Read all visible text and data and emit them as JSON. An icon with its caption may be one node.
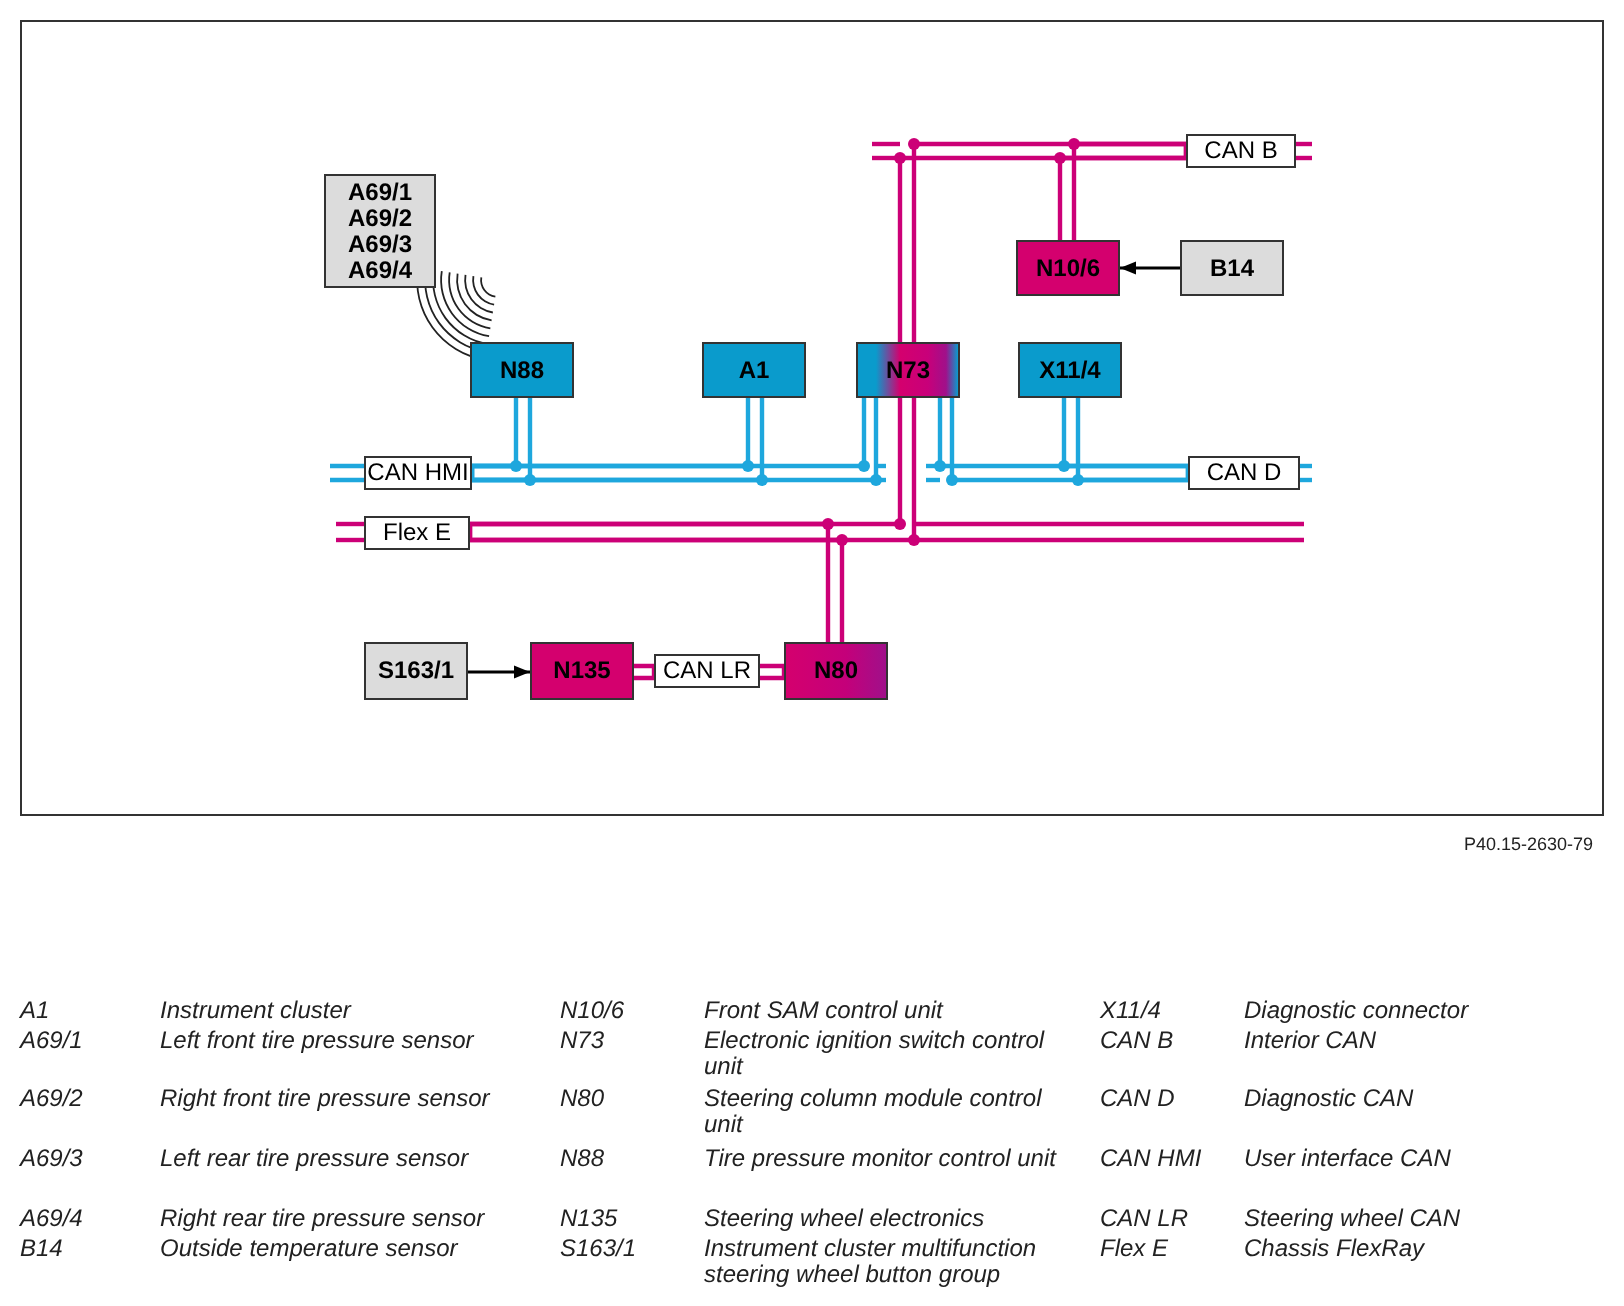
{
  "diagram": {
    "nodes": [
      {
        "text": [
          "A69/1",
          "A69/2",
          "A69/3",
          "A69/4"
        ]
      },
      {
        "text": [
          "CAN B"
        ]
      },
      {
        "text": [
          "N10/6"
        ]
      },
      {
        "text": [
          "B14"
        ]
      },
      {
        "text": [
          "N88"
        ]
      },
      {
        "text": [
          "A1"
        ]
      },
      {
        "text": [
          "N73"
        ]
      },
      {
        "text": [
          "X11/4"
        ]
      },
      {
        "text": [
          "CAN HMI"
        ]
      },
      {
        "text": [
          "CAN D"
        ]
      },
      {
        "text": [
          "Flex E"
        ]
      },
      {
        "text": [
          "S163/1"
        ]
      },
      {
        "text": [
          "N135"
        ]
      },
      {
        "text": [
          "CAN LR"
        ]
      },
      {
        "text": [
          "N80"
        ]
      }
    ],
    "edges": [
      {
        "from": 2,
        "to": 1,
        "arrow": "none"
      },
      {
        "from": 3,
        "to": 2,
        "arrow": "to",
        "color": "#000000"
      },
      {
        "from": 6,
        "to": 1,
        "arrow": "none"
      },
      {
        "from": 4,
        "to": 8,
        "arrow": "none",
        "color": "#1ea7dd"
      },
      {
        "from": 5,
        "to": 8,
        "arrow": "none",
        "color": "#1ea7dd"
      },
      {
        "from": 6,
        "to": 8,
        "arrow": "none",
        "color": "#1ea7dd"
      },
      {
        "from": 6,
        "to": 9,
        "arrow": "none",
        "color": "#1ea7dd"
      },
      {
        "from": 7,
        "to": 9,
        "arrow": "none",
        "color": "#1ea7dd"
      },
      {
        "from": 6,
        "to": 10,
        "arrow": "none"
      },
      {
        "from": 14,
        "to": 10,
        "arrow": "none"
      },
      {
        "from": 11,
        "to": 12,
        "arrow": "to",
        "color": "#000000"
      },
      {
        "from": 12,
        "to": 13,
        "arrow": "none"
      },
      {
        "from": 13,
        "to": 14,
        "arrow": "none"
      }
    ],
    "labels": [
      "P40.15-2630-79",
      "A1",
      "Instrument cluster",
      "N10/6",
      "Front SAM control unit",
      "X11/4",
      "Diagnostic connector",
      "A69/1",
      "Left front tire pressure sensor",
      "N73",
      "Electronic ignition switch control unit",
      "CAN B",
      "Interior CAN",
      "A69/2",
      "Right front tire pressure sensor",
      "N80",
      "Steering column module control unit",
      "CAN D",
      "Diagnostic CAN",
      "A69/3",
      "Left rear tire pressure sensor",
      "N88",
      "Tire pressure monitor control unit",
      "CAN HMI",
      "User interface CAN",
      "A69/4",
      "Right rear tire pressure sensor",
      "N135",
      "Steering wheel electronics",
      "CAN LR",
      "Steering wheel CAN",
      "B14",
      "Outside temperature sensor",
      "S163/1",
      "Instrument cluster multifunction steering wheel button group",
      "Flex E",
      "Chassis FlexRay"
    ]
  }
}
